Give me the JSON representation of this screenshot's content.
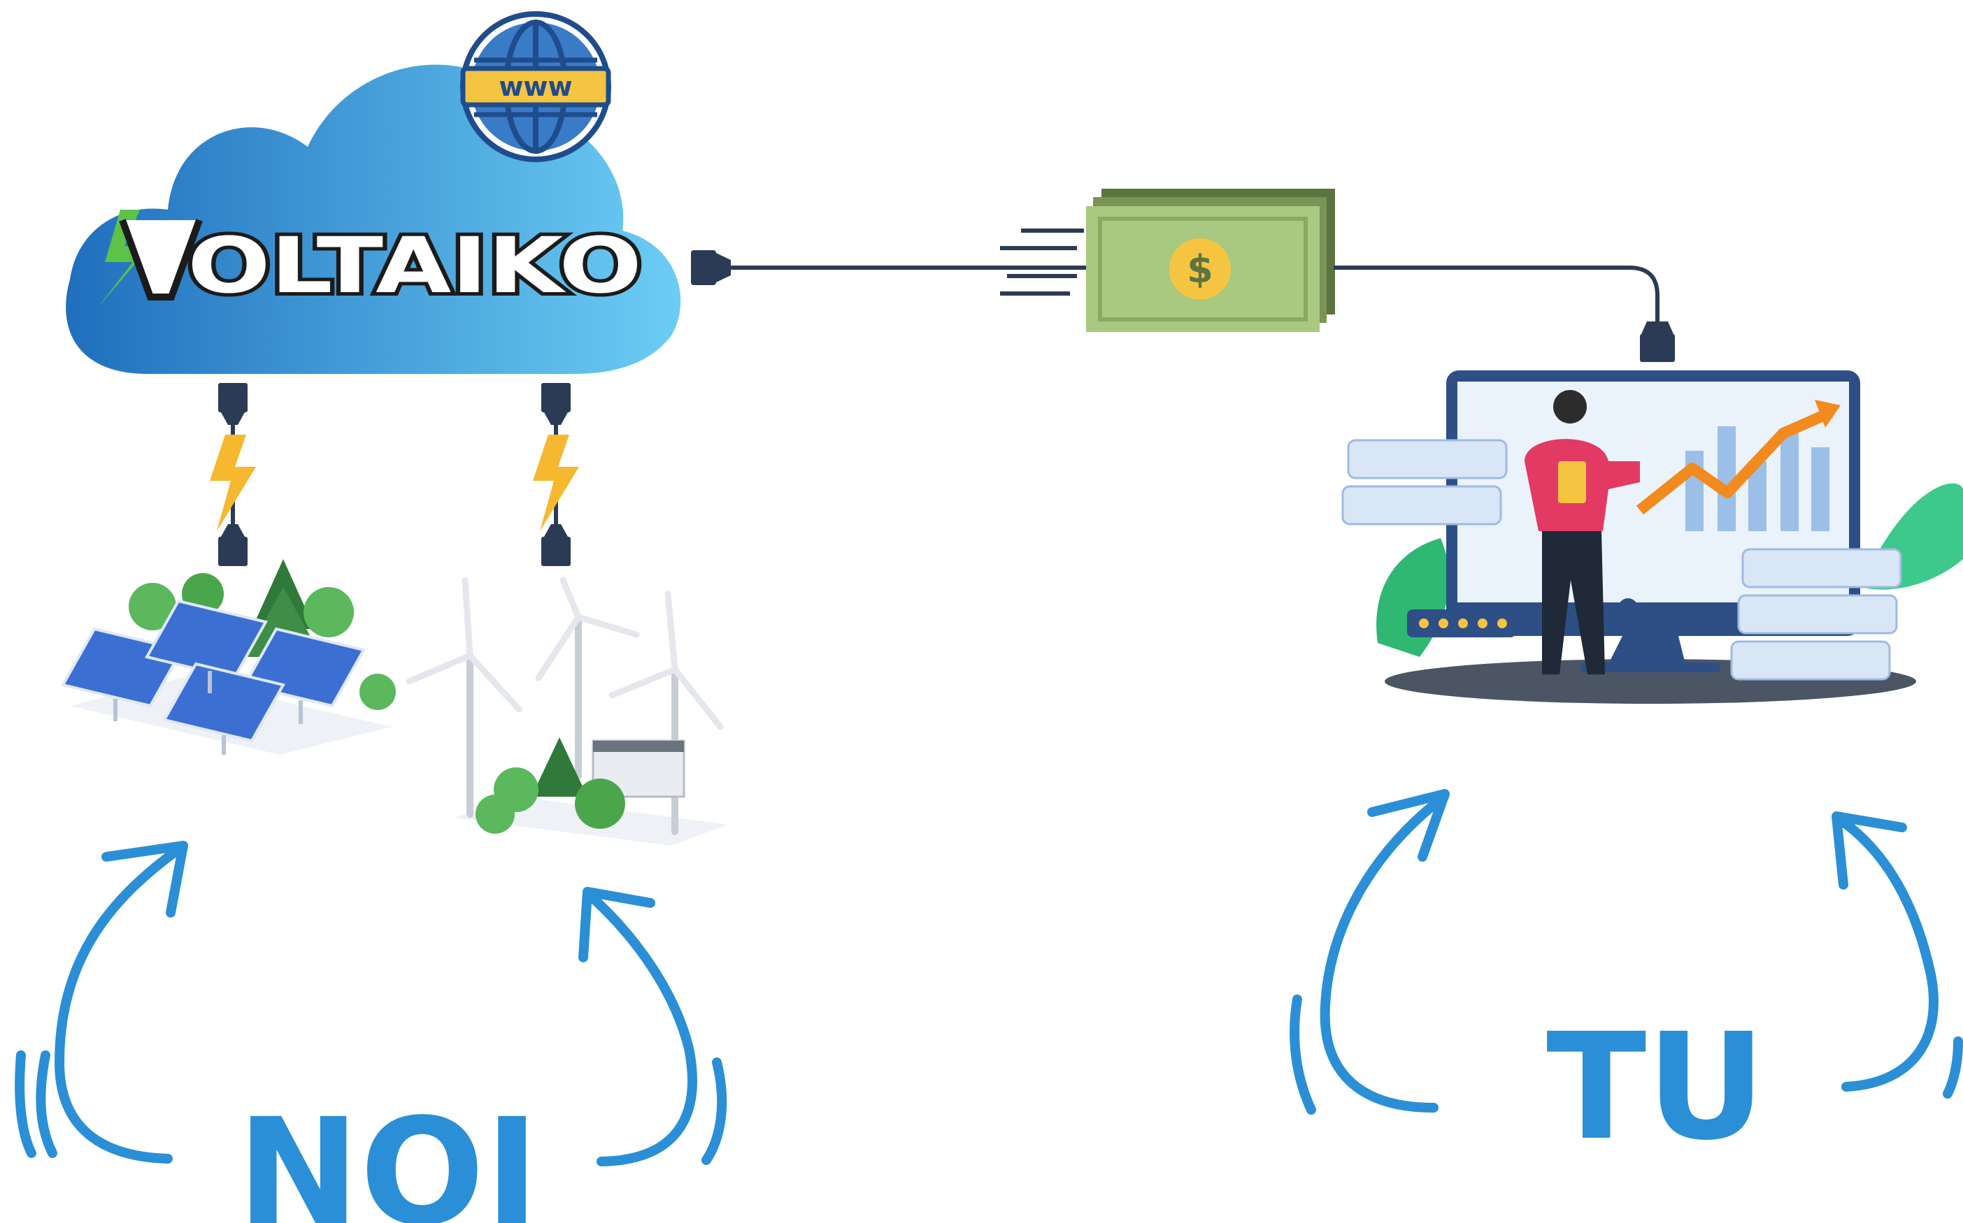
{
  "brand": {
    "name": "VOLTAIKO",
    "name_rest": "OLTAIKO",
    "web_label": "www"
  },
  "money": {
    "symbol": "$"
  },
  "labels": {
    "left": "NOI",
    "right": "TU"
  },
  "colors": {
    "cloud_start": "#1f6fbd",
    "cloud_end": "#6ccdf4",
    "arrow_blue": "#2a8fd6",
    "cable": "#2b3a55",
    "bolt": "#f5b82e",
    "money_green": "#a8c97f",
    "accent_pink": "#e23a62"
  }
}
